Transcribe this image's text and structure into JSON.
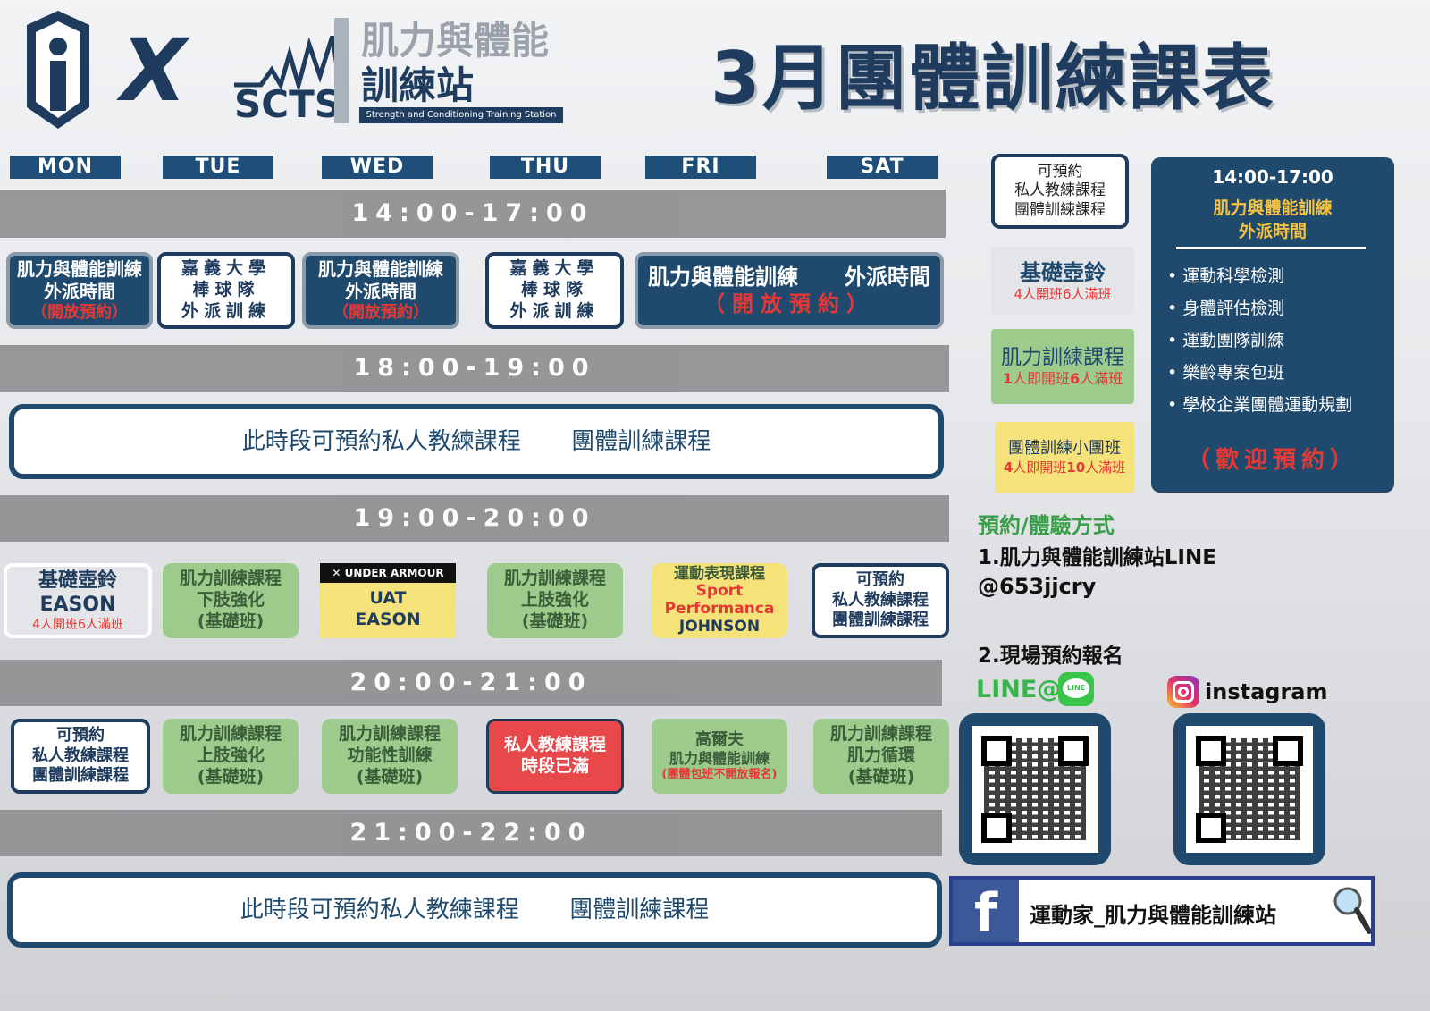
{
  "logos": {
    "x_mark": "X",
    "scts_short": "SCTS",
    "scts_title_1": "肌力與體能",
    "scts_title_2": "訓練站",
    "scts_subtitle": "Strength and Conditioning Training Station"
  },
  "title": "3月團體訓練課表",
  "days": [
    "MON",
    "TUE",
    "WED",
    "THU",
    "FRI",
    "SAT"
  ],
  "slots": {
    "s1": "14:00-17:00",
    "s2": "18:00-19:00",
    "s3": "19:00-20:00",
    "s4": "20:00-21:00",
    "s5": "21:00-22:00"
  },
  "row1": {
    "mon": {
      "line1": "肌力與體能訓練",
      "line2": "外派時間",
      "line3": "（開放預約）"
    },
    "tue": {
      "line1": "嘉義大學",
      "line2": "棒球隊",
      "line3": "外派訓練"
    },
    "wed": {
      "line1": "肌力與體能訓練",
      "line2": "外派時間",
      "line3": "（開放預約）"
    },
    "thu": {
      "line1": "嘉義大學",
      "line2": "棒球隊",
      "line3": "外派訓練"
    },
    "frisat": {
      "line1a": "肌力與體能訓練",
      "line1b": "外派時間",
      "line2": "（開放預約）"
    }
  },
  "open_slot_text_a": "此時段可預約私人教練課程",
  "open_slot_text_b": "團體訓練課程",
  "row3": {
    "mon": {
      "line1": "基礎壺鈴",
      "line2": "EASON",
      "line3": "4人開班6人滿班"
    },
    "tue": {
      "line1": "肌力訓練課程",
      "line2": "下肢強化",
      "line3": "(基礎班)"
    },
    "wed": {
      "brand": "UNDER ARMOUR",
      "line1": "UAT",
      "line2": "EASON"
    },
    "thu": {
      "line1": "肌力訓練課程",
      "line2": "上肢強化",
      "line3": "(基礎班)"
    },
    "fri": {
      "line1": "運動表現課程",
      "line2": "Sport",
      "line3": "Performanca",
      "line4": "JOHNSON"
    },
    "sat": {
      "line1": "可預約",
      "line2": "私人教練課程",
      "line3": "團體訓練課程"
    }
  },
  "row4": {
    "mon": {
      "line1": "可預約",
      "line2": "私人教練課程",
      "line3": "團體訓練課程"
    },
    "tue": {
      "line1": "肌力訓練課程",
      "line2": "上肢強化",
      "line3": "(基礎班)"
    },
    "wed": {
      "line1": "肌力訓練課程",
      "line2": "功能性訓練",
      "line3": "(基礎班)"
    },
    "thu": {
      "line1": "私人教練課程",
      "line2": "時段已滿"
    },
    "fri": {
      "line1": "高爾夫",
      "line2": "肌力與體能訓練",
      "line3": "(團體包班不開放報名)"
    },
    "sat": {
      "line1": "肌力訓練課程",
      "line2": "肌力循環",
      "line3": "(基礎班)"
    }
  },
  "legend": {
    "white": {
      "line1": "可預約",
      "line2": "私人教練課程",
      "line3": "團體訓練課程"
    },
    "gray": {
      "line1": "基礎壺鈴",
      "line2": "4人開班6人滿班"
    },
    "green": {
      "line1": "肌力訓練課程",
      "line2a": "1",
      "line2b": "人即開班",
      "line2c": "6",
      "line2d": "人滿班"
    },
    "yellow": {
      "line1": "團體訓練小團班",
      "line2a": "4",
      "line2b": "人即開班",
      "line2c": "10",
      "line2d": "人滿班"
    }
  },
  "outsource_panel": {
    "time": "14:00-17:00",
    "title1": "肌力與體能訓練",
    "title2": "外派時間",
    "items": [
      "運動科學檢測",
      "身體評估檢測",
      "運動團隊訓練",
      "樂齡專案包班",
      "學校企業團體運動規劃"
    ],
    "cta": "（歡迎預約）"
  },
  "booking": {
    "heading": "預約/體驗方式",
    "step1": "1.肌力與體能訓練站LINE",
    "line_id": "@653jjcry",
    "step2": "2.現場預約報名",
    "line_label": "LINE@",
    "line_badge": "LINE",
    "instagram_label": "instagram",
    "facebook_name": "運動家_肌力與體能訓練站"
  },
  "colors": {
    "navy": "#1f4a6e",
    "green": "#9ccb8c",
    "yellow": "#f6e27a",
    "red": "#e53935",
    "gray": "#8e8f91"
  }
}
